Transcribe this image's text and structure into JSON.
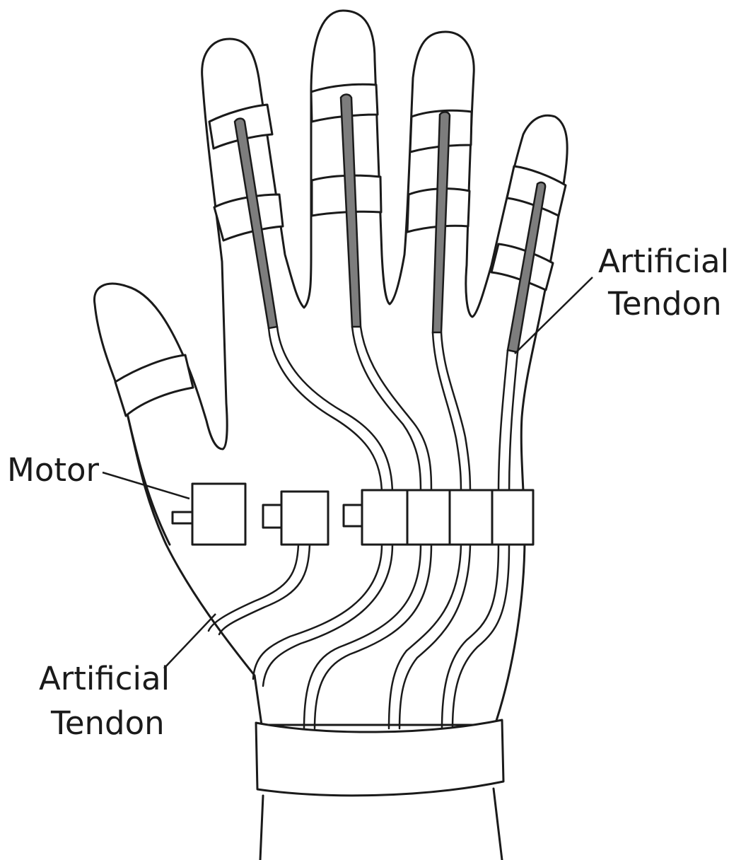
{
  "labels": {
    "motor": "Motor",
    "tendon_right": [
      "Artificial",
      "Tendon"
    ],
    "tendon_left": [
      "Artificial",
      "Tendon"
    ]
  },
  "colors": {
    "line": "#1a1a1a",
    "rod": "#7d7d7d",
    "background": "#ffffff"
  }
}
